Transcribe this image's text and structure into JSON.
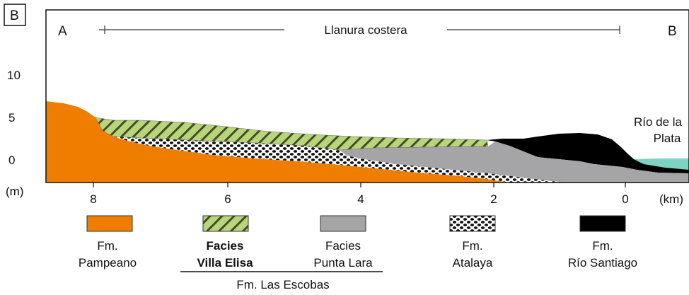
{
  "panel_label": "B",
  "profile": {
    "end_left": "A",
    "end_right": "B",
    "zone_label": "Llanura costera",
    "sea_label_line1": "Río de la",
    "sea_label_line2": "Plata"
  },
  "y_axis": {
    "unit": "(m)",
    "ticks": [
      "10",
      "5",
      "0"
    ]
  },
  "x_axis": {
    "unit": "(km)",
    "ticks": [
      "8",
      "6",
      "4",
      "2",
      "0"
    ]
  },
  "legend": {
    "items": [
      {
        "line1": "Fm.",
        "line2": "Pampeano",
        "color": "#ee7d00"
      },
      {
        "line1": "Facies",
        "line2": "Villa Elisa",
        "color": "#b5d77a",
        "pattern": "diagonal-hatch",
        "bold": true
      },
      {
        "line1": "Facies",
        "line2": "Punta Lara",
        "color": "#a5a5a7"
      },
      {
        "line1": "Fm.",
        "line2": "Atalaya",
        "pattern": "cross-dots"
      },
      {
        "line1": "Fm.",
        "line2": "Río Santiago",
        "color": "#000000"
      }
    ],
    "group_label": "Fm. Las Escobas"
  }
}
